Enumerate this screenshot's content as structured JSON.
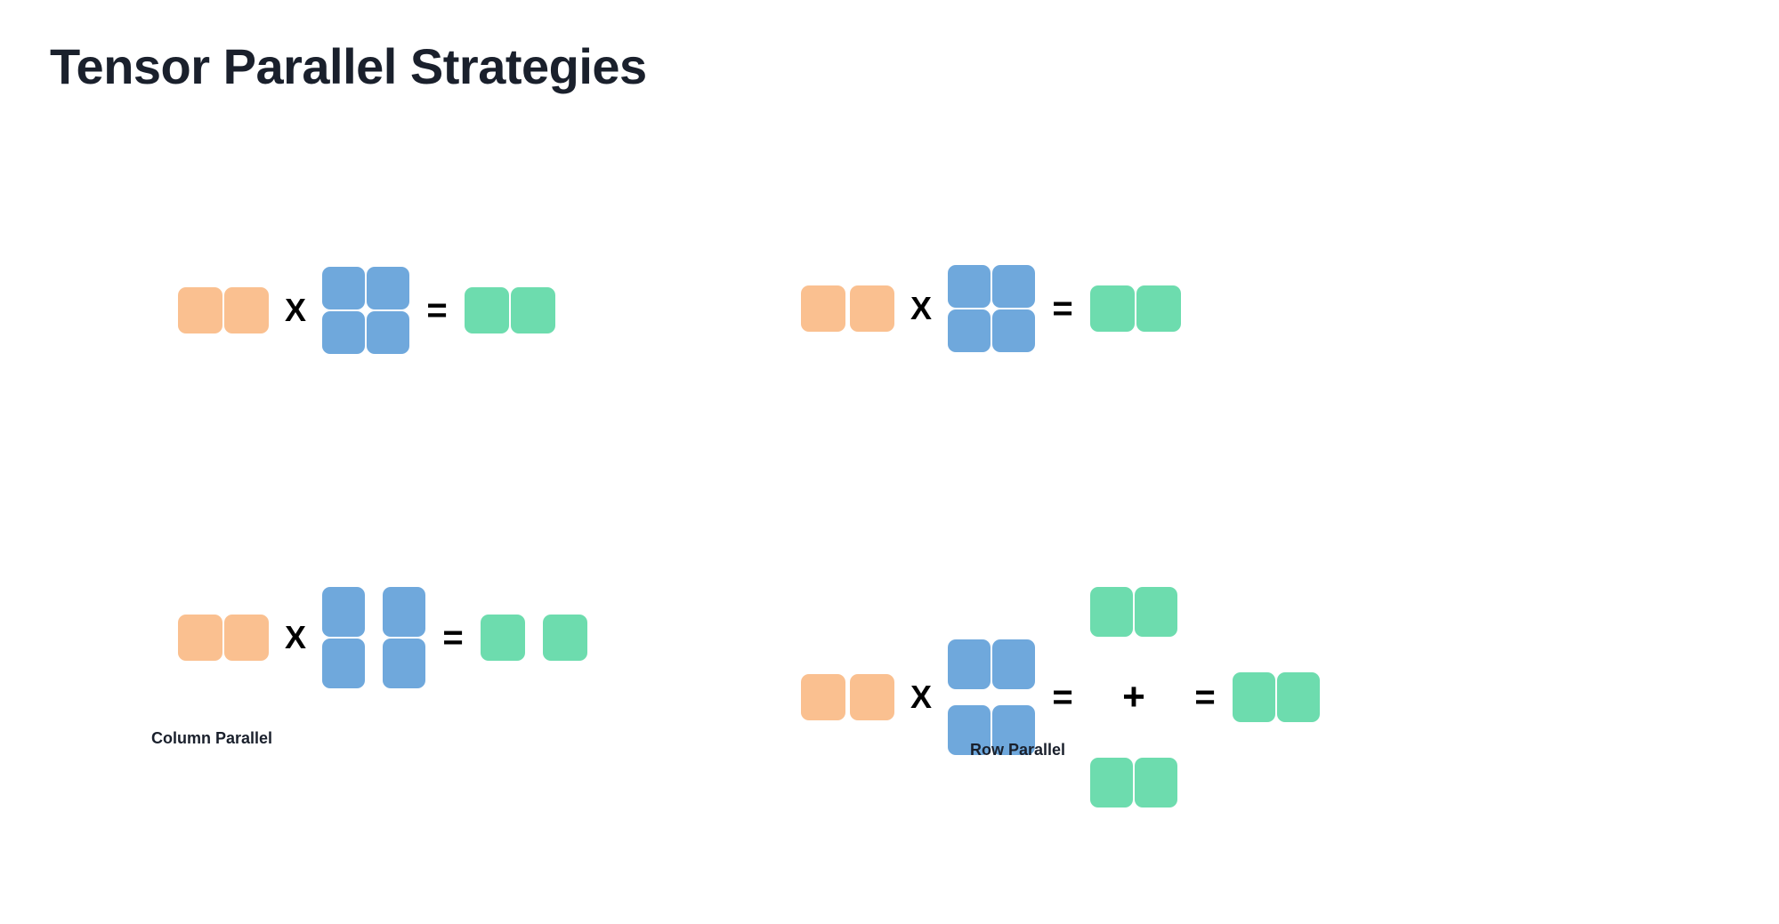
{
  "page": {
    "title": "Tensor Parallel Strategies",
    "background_color": "#FFFFFF",
    "title_color": "#1A202C"
  },
  "palette": {
    "input_orange": "#FAC090",
    "weight_blue": "#6FA8DC",
    "output_green": "#6DDCAE",
    "operator_black": "#000000"
  },
  "operators": {
    "multiply": "X",
    "equals": "=",
    "plus": "+"
  },
  "labels": {
    "column_parallel": "Column Parallel",
    "row_parallel": "Row Parallel"
  },
  "diagrams": [
    {
      "id": "column-parallel-reference",
      "position": "top-left",
      "description": "Unsharded reference matmul for the column parallel strategy",
      "terms": [
        {
          "kind": "matrix",
          "color_role": "input_orange",
          "rows": 1,
          "cols": 2,
          "split": "none"
        },
        {
          "kind": "operator",
          "symbol": "X"
        },
        {
          "kind": "matrix",
          "color_role": "weight_blue",
          "rows": 2,
          "cols": 2,
          "split": "none"
        },
        {
          "kind": "operator",
          "symbol": "="
        },
        {
          "kind": "matrix",
          "color_role": "output_green",
          "rows": 1,
          "cols": 2,
          "split": "none"
        }
      ]
    },
    {
      "id": "row-parallel-reference",
      "position": "top-right",
      "description": "Unsharded reference matmul for the row parallel strategy",
      "terms": [
        {
          "kind": "matrix",
          "color_role": "input_orange",
          "rows": 1,
          "cols": 2,
          "split": "none"
        },
        {
          "kind": "operator",
          "symbol": "X"
        },
        {
          "kind": "matrix",
          "color_role": "weight_blue",
          "rows": 2,
          "cols": 2,
          "split": "none"
        },
        {
          "kind": "operator",
          "symbol": "="
        },
        {
          "kind": "matrix",
          "color_role": "output_green",
          "rows": 1,
          "cols": 2,
          "split": "none"
        }
      ]
    },
    {
      "id": "column-parallel-sharded",
      "position": "bottom-left",
      "description": "Weight matrix sharded by columns; each shard produces an independent output column",
      "terms": [
        {
          "kind": "matrix",
          "color_role": "input_orange",
          "rows": 1,
          "cols": 2,
          "split": "none"
        },
        {
          "kind": "operator",
          "symbol": "X"
        },
        {
          "kind": "matrix",
          "color_role": "weight_blue",
          "rows": 2,
          "cols": 2,
          "split": "columns",
          "shards": 2
        },
        {
          "kind": "operator",
          "symbol": "="
        },
        {
          "kind": "matrix",
          "color_role": "output_green",
          "rows": 1,
          "cols": 2,
          "split": "columns",
          "shards": 2
        }
      ]
    },
    {
      "id": "row-parallel-sharded",
      "position": "bottom-right",
      "description": "Weight matrix sharded by rows; partial outputs are summed via all-reduce",
      "terms": [
        {
          "kind": "matrix",
          "color_role": "input_orange",
          "rows": 1,
          "cols": 2,
          "split": "columns",
          "shards": 2
        },
        {
          "kind": "operator",
          "symbol": "X"
        },
        {
          "kind": "matrix",
          "color_role": "weight_blue",
          "rows": 2,
          "cols": 2,
          "split": "rows",
          "shards": 2
        },
        {
          "kind": "operator",
          "symbol": "="
        },
        {
          "kind": "partial_sum",
          "color_role": "output_green",
          "rows": 1,
          "cols": 2,
          "terms": 2
        },
        {
          "kind": "operator",
          "symbol": "="
        },
        {
          "kind": "matrix",
          "color_role": "output_green",
          "rows": 1,
          "cols": 2,
          "split": "none"
        }
      ]
    }
  ]
}
